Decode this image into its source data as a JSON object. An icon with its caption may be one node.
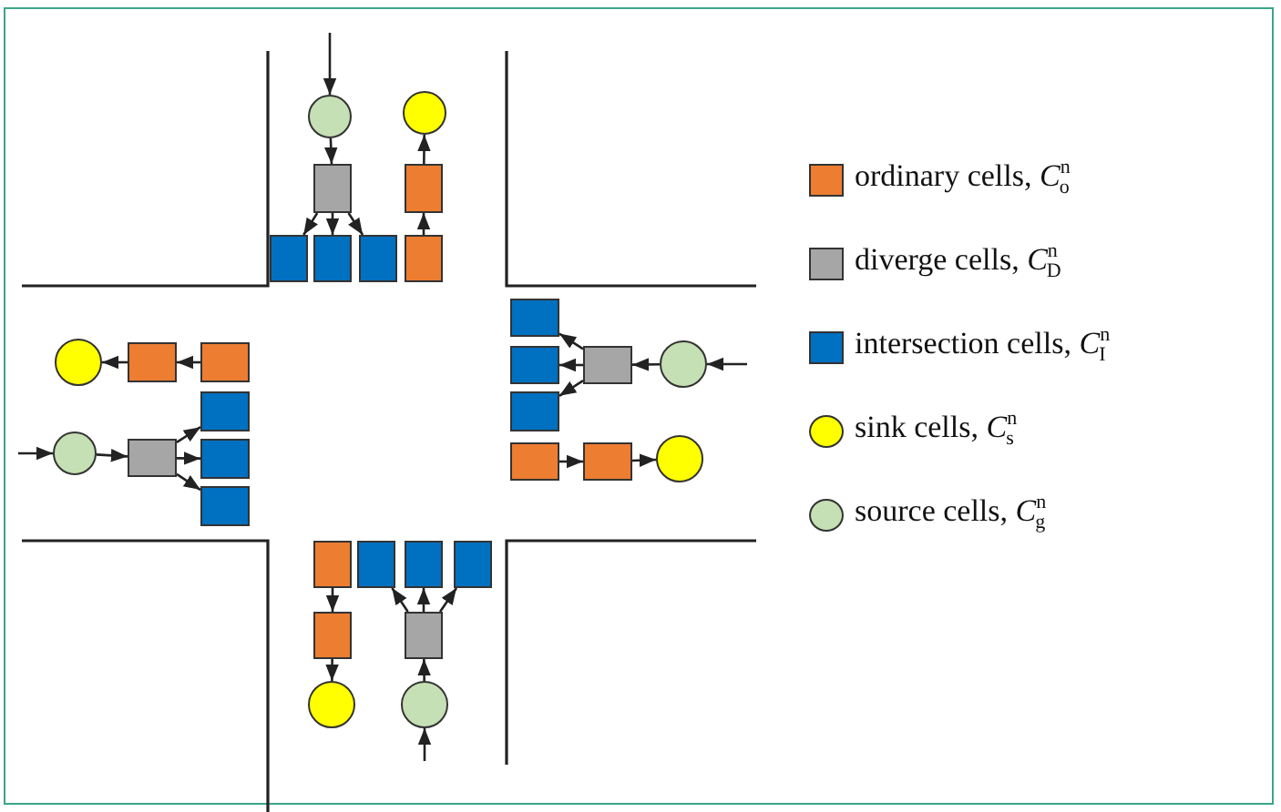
{
  "diagram": {
    "nodes": [
      {
        "text": [],
        "shape": "circle"
      },
      {
        "text": [],
        "shape": "circle"
      },
      {
        "text": [],
        "shape": "box"
      },
      {
        "text": [],
        "shape": "box"
      },
      {
        "text": [],
        "shape": "box"
      },
      {
        "text": [],
        "shape": "box"
      },
      {
        "text": [],
        "shape": "box"
      },
      {
        "text": [],
        "shape": "box"
      },
      {
        "text": [],
        "shape": "circle"
      },
      {
        "text": [],
        "shape": "box"
      },
      {
        "text": [],
        "shape": "box"
      },
      {
        "text": [],
        "shape": "box"
      },
      {
        "text": [],
        "shape": "circle"
      },
      {
        "text": [],
        "shape": "box"
      },
      {
        "text": [],
        "shape": "box"
      },
      {
        "text": [],
        "shape": "box"
      },
      {
        "text": [],
        "shape": "box"
      },
      {
        "text": [],
        "shape": "box"
      },
      {
        "text": [],
        "shape": "circle"
      },
      {
        "text": [],
        "shape": "box"
      },
      {
        "text": [],
        "shape": "box"
      },
      {
        "text": [],
        "shape": "box"
      },
      {
        "text": [],
        "shape": "box"
      },
      {
        "text": [],
        "shape": "circle"
      },
      {
        "text": [],
        "shape": "box"
      },
      {
        "text": [],
        "shape": "box"
      },
      {
        "text": [],
        "shape": "box"
      },
      {
        "text": [],
        "shape": "box"
      },
      {
        "text": [],
        "shape": "box"
      },
      {
        "text": [],
        "shape": "box"
      },
      {
        "text": [],
        "shape": "circle"
      },
      {
        "text": [],
        "shape": "circle"
      }
    ],
    "edges": [
      {
        "from": null,
        "to": 0,
        "arrow": "to"
      },
      {
        "from": 0,
        "to": 2,
        "arrow": "to"
      },
      {
        "from": 2,
        "to": 4,
        "arrow": "to"
      },
      {
        "from": 2,
        "to": 5,
        "arrow": "to"
      },
      {
        "from": 2,
        "to": 6,
        "arrow": "to"
      },
      {
        "from": 7,
        "to": 3,
        "arrow": "to"
      },
      {
        "from": 3,
        "to": 1,
        "arrow": "to"
      },
      {
        "from": 10,
        "to": 9,
        "arrow": "to"
      },
      {
        "from": 9,
        "to": 8,
        "arrow": "to"
      },
      {
        "from": null,
        "to": 12,
        "arrow": "to"
      },
      {
        "from": 12,
        "to": 13,
        "arrow": "to"
      },
      {
        "from": 13,
        "to": 11,
        "arrow": "to"
      },
      {
        "from": 13,
        "to": 14,
        "arrow": "to"
      },
      {
        "from": 13,
        "to": 15,
        "arrow": "to"
      },
      {
        "from": null,
        "to": 18,
        "arrow": "to"
      },
      {
        "from": 18,
        "to": 17,
        "arrow": "to"
      },
      {
        "from": 17,
        "to": 16,
        "arrow": "to"
      },
      {
        "from": 17,
        "to": 19,
        "arrow": "to"
      },
      {
        "from": 17,
        "to": 20,
        "arrow": "to"
      },
      {
        "from": 21,
        "to": 22,
        "arrow": "to"
      },
      {
        "from": 22,
        "to": 23,
        "arrow": "to"
      },
      {
        "from": 24,
        "to": 28,
        "arrow": "to"
      },
      {
        "from": 28,
        "to": 30,
        "arrow": "to"
      },
      {
        "from": null,
        "to": 31,
        "arrow": "to"
      },
      {
        "from": 31,
        "to": 29,
        "arrow": "to"
      },
      {
        "from": 29,
        "to": 25,
        "arrow": "to"
      },
      {
        "from": 29,
        "to": 26,
        "arrow": "to"
      },
      {
        "from": 29,
        "to": 27,
        "arrow": "to"
      }
    ],
    "legend": [
      {
        "text": "ordinary cells, *C*$^{n}$$_{o}$",
        "color": "#ed7d31"
      },
      {
        "text": "diverge cells, *C*$^{n}$$_{D}$",
        "color": "#a6a6a6"
      },
      {
        "text": "intersection cells, *C*$^{n}$$_{I}$",
        "color": "#0070c0"
      },
      {
        "text": "sink cells, *C*$^{n}$$_{s}$",
        "color": "#ffff00"
      },
      {
        "text": "source cells, *C*$^{n}$$_{g}$",
        "color": "#c5e0b4"
      }
    ]
  }
}
